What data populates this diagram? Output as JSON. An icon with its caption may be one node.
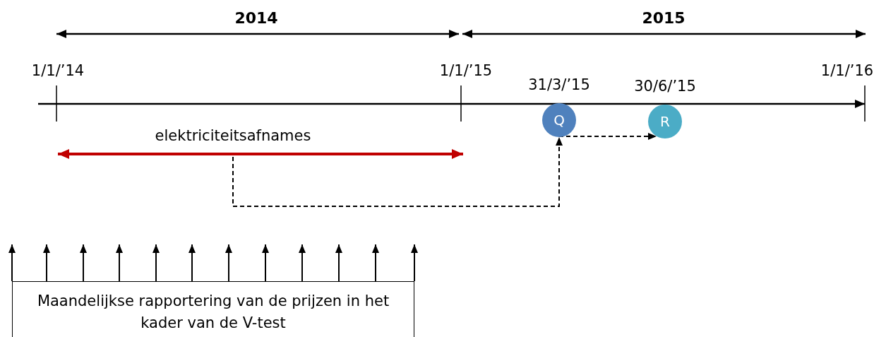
{
  "diagram": {
    "nodes": [
      {
        "text": [
          "elektriciteitsafnames"
        ]
      },
      {
        "text": [
          "Q"
        ],
        "beside": [
          "31/3/’15"
        ]
      },
      {
        "text": [
          "R"
        ],
        "beside": [
          "30/6/’15"
        ]
      },
      {
        "text": [
          "Maandelijkse rapportering van de prijzen in het kader van de V-test"
        ]
      }
    ],
    "edges": [
      {
        "from": 0,
        "to": 1,
        "arrow": "to",
        "style": "dashed"
      },
      {
        "from": 1,
        "to": 2,
        "arrow": "to",
        "style": "dashed"
      },
      {
        "from": 3,
        "to": null,
        "arrow": "to"
      },
      {
        "from": 3,
        "to": null,
        "arrow": "to"
      },
      {
        "from": 3,
        "to": null,
        "arrow": "to"
      },
      {
        "from": 3,
        "to": null,
        "arrow": "to"
      },
      {
        "from": 3,
        "to": null,
        "arrow": "to"
      },
      {
        "from": 3,
        "to": null,
        "arrow": "to"
      },
      {
        "from": 3,
        "to": null,
        "arrow": "to"
      },
      {
        "from": 3,
        "to": null,
        "arrow": "to"
      },
      {
        "from": 3,
        "to": null,
        "arrow": "to"
      },
      {
        "from": 3,
        "to": null,
        "arrow": "to"
      },
      {
        "from": 3,
        "to": null,
        "arrow": "to"
      },
      {
        "from": 3,
        "to": null,
        "arrow": "to"
      }
    ],
    "labels": [
      "2014",
      "2015",
      "1/1/’14",
      "1/1/’15",
      "1/1/’16"
    ]
  }
}
